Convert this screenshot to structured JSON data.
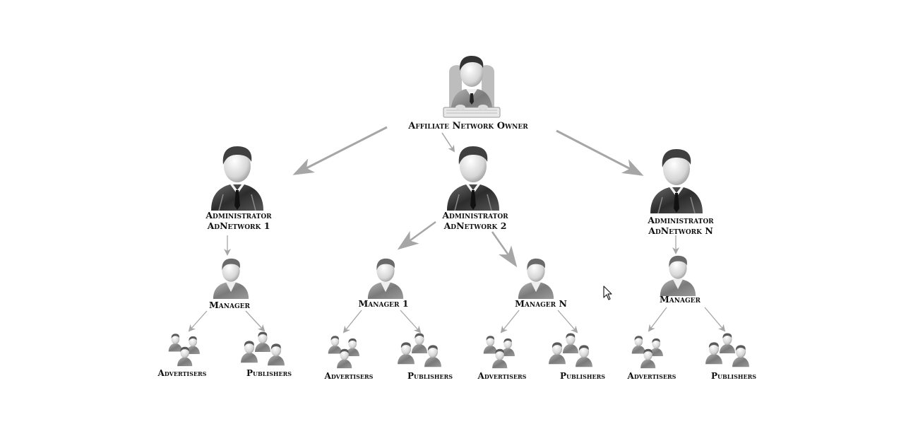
{
  "owner": {
    "label": "Affiliate Network Owner",
    "icon": "owner-at-keyboard-icon"
  },
  "admins": [
    {
      "line1": "Administrator",
      "line2": "AdNetwork 1",
      "icon": "administrator-icon"
    },
    {
      "line1": "Administrator",
      "line2": "AdNetwork 2",
      "icon": "administrator-icon"
    },
    {
      "line1": "Administrator",
      "line2": "AdNetwork N",
      "icon": "administrator-icon"
    }
  ],
  "managers": [
    {
      "label": "Manager",
      "icon": "manager-icon"
    },
    {
      "label": "Manager 1",
      "icon": "manager-icon"
    },
    {
      "label": "Manager N",
      "icon": "manager-icon"
    },
    {
      "label": "Manager",
      "icon": "manager-icon"
    }
  ],
  "groups": [
    {
      "label": "Advertisers",
      "icon": "advertisers-group-icon"
    },
    {
      "label": "Publishers",
      "icon": "publishers-group-icon"
    },
    {
      "label": "Advertisers",
      "icon": "advertisers-group-icon"
    },
    {
      "label": "Publishers",
      "icon": "publishers-group-icon"
    },
    {
      "label": "Advertisers",
      "icon": "advertisers-group-icon"
    },
    {
      "label": "Publishers",
      "icon": "publishers-group-icon"
    },
    {
      "label": "Advertisers",
      "icon": "advertisers-group-icon"
    },
    {
      "label": "Publishers",
      "icon": "publishers-group-icon"
    }
  ],
  "colors": {
    "arrow": "#a6a6a6",
    "text": "#111111",
    "figure_dark": "#3a3a3a",
    "figure_light": "#d9d9d9"
  }
}
